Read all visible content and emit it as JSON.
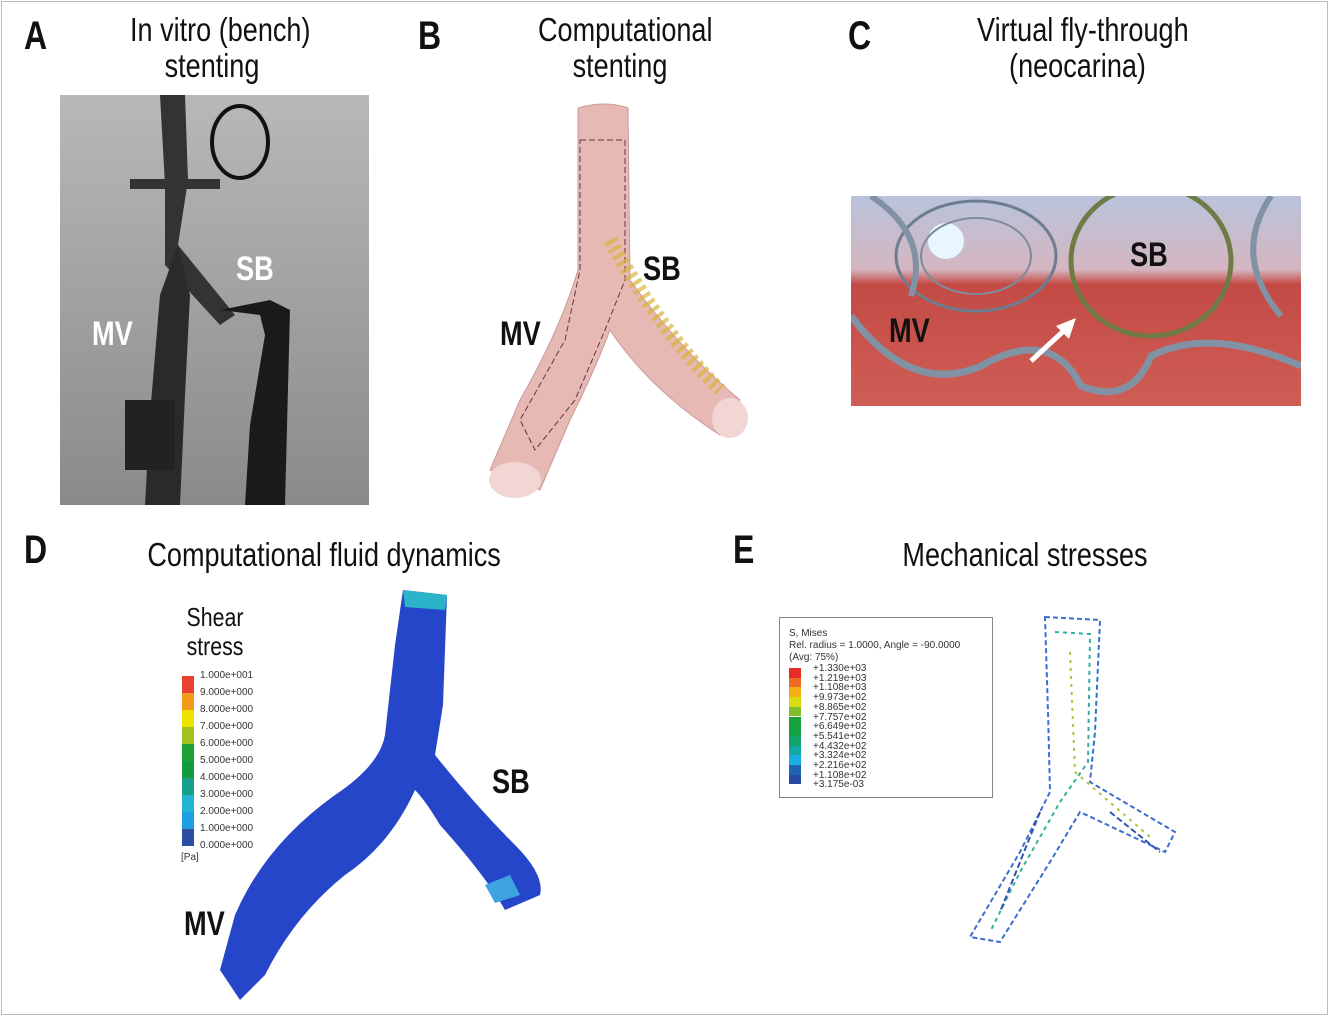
{
  "panels": {
    "a": {
      "letter": "A",
      "title1": "In vitro (bench)",
      "title2": "stenting",
      "mv": "MV",
      "sb": "SB"
    },
    "b": {
      "letter": "B",
      "title1": "Computational",
      "title2": "stenting",
      "mv": "MV",
      "sb": "SB"
    },
    "c": {
      "letter": "C",
      "title1": "Virtual fly-through",
      "title2": "(neocarina)",
      "mv": "MV",
      "sb": "SB"
    },
    "d": {
      "letter": "D",
      "title": "Computational fluid dynamics",
      "legend_title1": "Shear",
      "legend_title2": "stress",
      "unit": "[Pa]",
      "mv": "MV",
      "sb": "SB",
      "labels": [
        "1.000e+001",
        "9.000e+000",
        "8.000e+000",
        "7.000e+000",
        "6.000e+000",
        "5.000e+000",
        "4.000e+000",
        "3.000e+000",
        "2.000e+000",
        "1.000e+000",
        "0.000e+000"
      ],
      "colors": [
        "#e8412f",
        "#f39c1c",
        "#efe200",
        "#a3c21f",
        "#1fa13a",
        "#13993f",
        "#16a08c",
        "#22b4d2",
        "#1e9fe6",
        "#2b4ea0"
      ]
    },
    "e": {
      "letter": "E",
      "title": "Mechanical stresses",
      "legend_line1": "S, Mises",
      "legend_line2": "Rel. radius = 1.0000, Angle = -90.0000",
      "legend_line3": "(Avg: 75%)",
      "labels": [
        "+1.330e+03",
        "+1.219e+03",
        "+1.108e+03",
        "+9.973e+02",
        "+8.865e+02",
        "+7.757e+02",
        "+6.649e+02",
        "+5.541e+02",
        "+4.432e+02",
        "+3.324e+02",
        "+2.216e+02",
        "+1.108e+02",
        "+3.175e-03"
      ],
      "colors": [
        "#e52d27",
        "#ef6a24",
        "#f6ae16",
        "#d8dc12",
        "#7fbf2a",
        "#18a23b",
        "#15a045",
        "#13a36a",
        "#12a6a6",
        "#18aee3",
        "#1f63b5",
        "#2849a3"
      ]
    }
  }
}
